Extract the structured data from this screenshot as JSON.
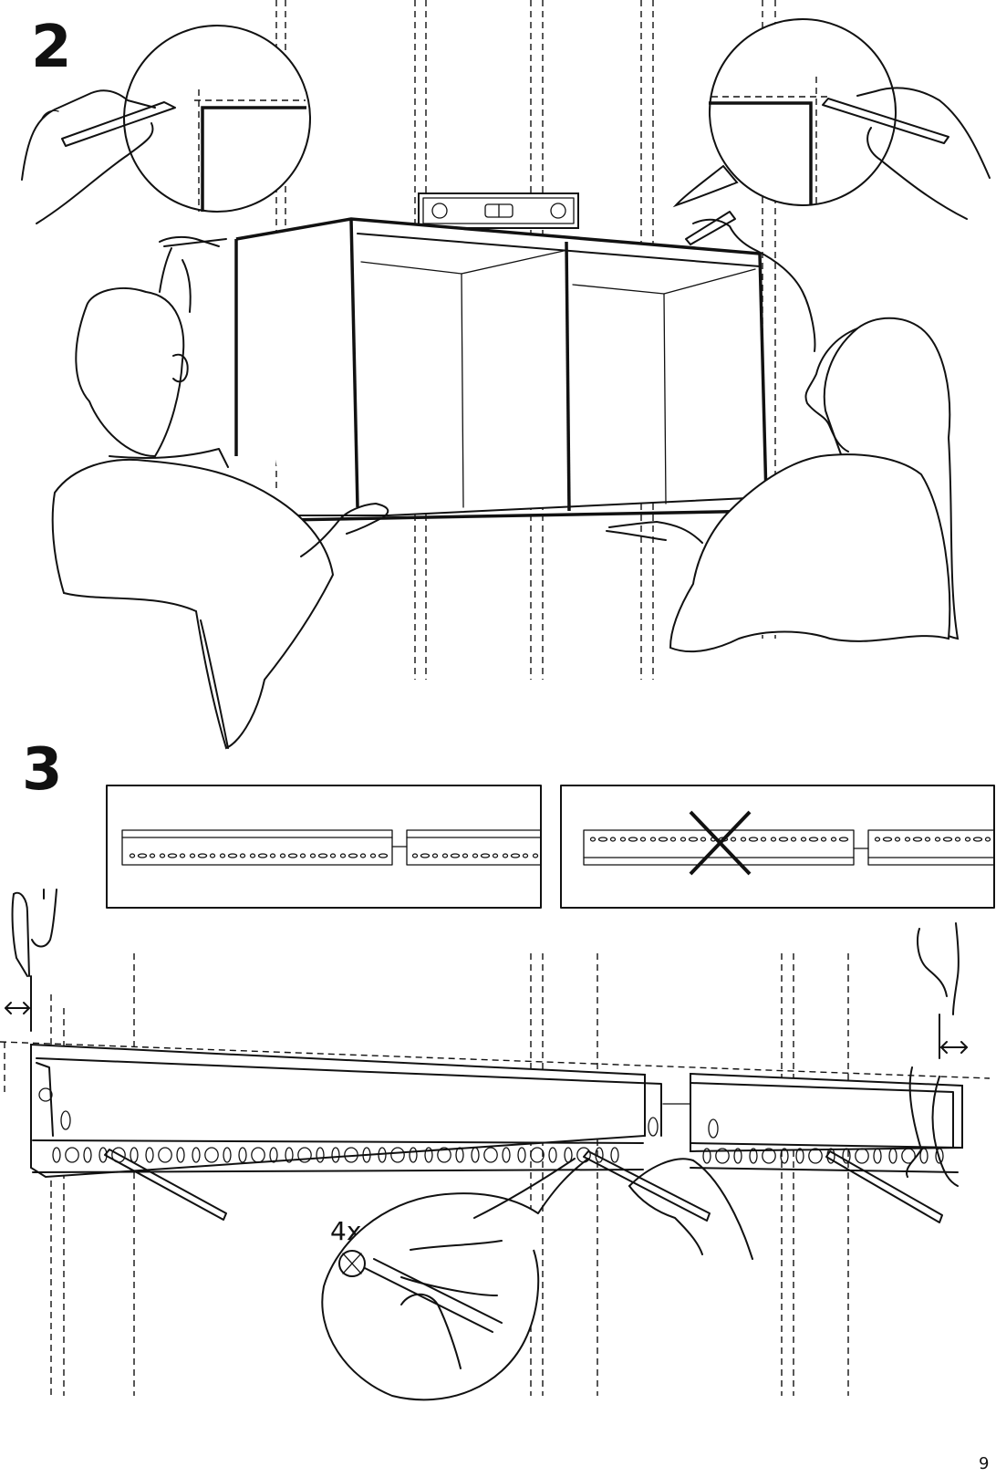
{
  "page": {
    "page_number": "9"
  },
  "steps": {
    "step2_number": "2",
    "step3_number": "3"
  },
  "callouts": {
    "mark_count": "4x"
  },
  "icons": {
    "spirit_level": "spirit-level-icon",
    "cross_mark": "cross-icon",
    "pencil": "pencil-icon",
    "pointing_hand": "pointing-hand-icon",
    "double_arrow": "double-arrow-icon"
  },
  "colors": {
    "ink": "#111111",
    "paper": "#ffffff"
  }
}
